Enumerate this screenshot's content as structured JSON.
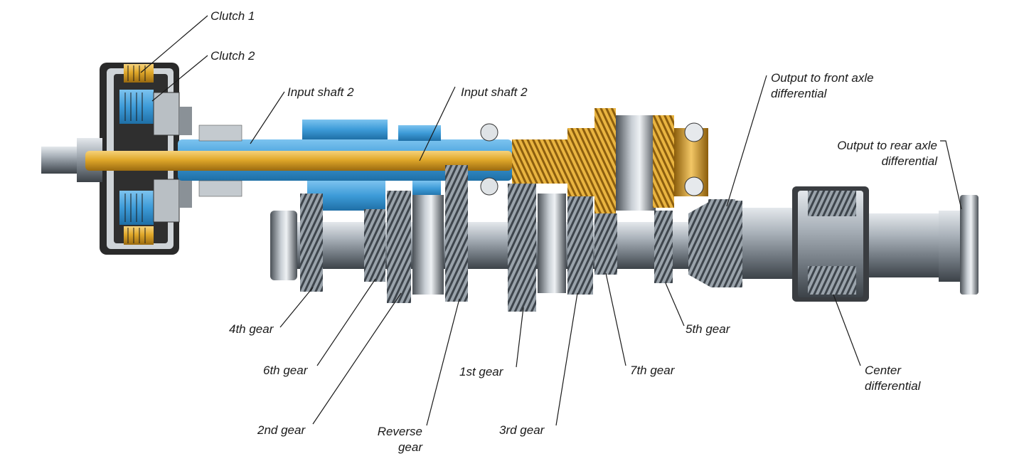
{
  "labels": {
    "clutch1": "Clutch 1",
    "clutch2": "Clutch 2",
    "input_shaft_2_left": "Input shaft 2",
    "input_shaft_2_right": "Input shaft 2",
    "output_front_l1": "Output to front axle",
    "output_front_l2": "differential",
    "output_rear_l1": "Output to rear axle",
    "output_rear_l2": "differential",
    "gear_4th": "4th gear",
    "gear_6th": "6th gear",
    "gear_2nd": "2nd gear",
    "reverse_l1": "Reverse",
    "reverse_l2": "gear",
    "gear_1st": "1st gear",
    "gear_3rd": "3rd gear",
    "gear_7th": "7th gear",
    "gear_5th": "5th gear",
    "center_l1": "Center",
    "center_l2": "differential"
  },
  "colors": {
    "input_shaft_gold": "#e0a82a",
    "hollow_shaft_blue": "#3d9bd8",
    "steel": "#9aa3ab",
    "housing_dark": "#2a2a2a"
  }
}
